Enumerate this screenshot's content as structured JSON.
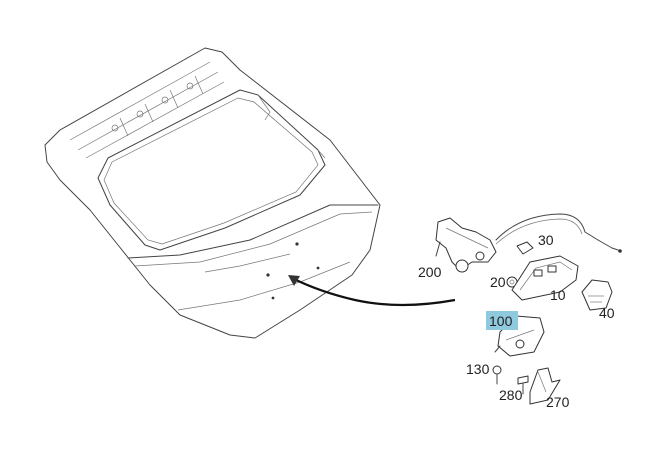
{
  "diagram": {
    "callouts": [
      {
        "id": "30",
        "label": "30",
        "highlight": false
      },
      {
        "id": "200",
        "label": "200",
        "highlight": false
      },
      {
        "id": "20",
        "label": "20",
        "highlight": false
      },
      {
        "id": "10",
        "label": "10",
        "highlight": false
      },
      {
        "id": "40",
        "label": "40",
        "highlight": false
      },
      {
        "id": "100",
        "label": "100",
        "highlight": true,
        "highlight_color": "#8ec9dd"
      },
      {
        "id": "130",
        "label": "130",
        "highlight": false
      },
      {
        "id": "280",
        "label": "280",
        "highlight": false
      },
      {
        "id": "270",
        "label": "270",
        "highlight": false
      }
    ]
  }
}
